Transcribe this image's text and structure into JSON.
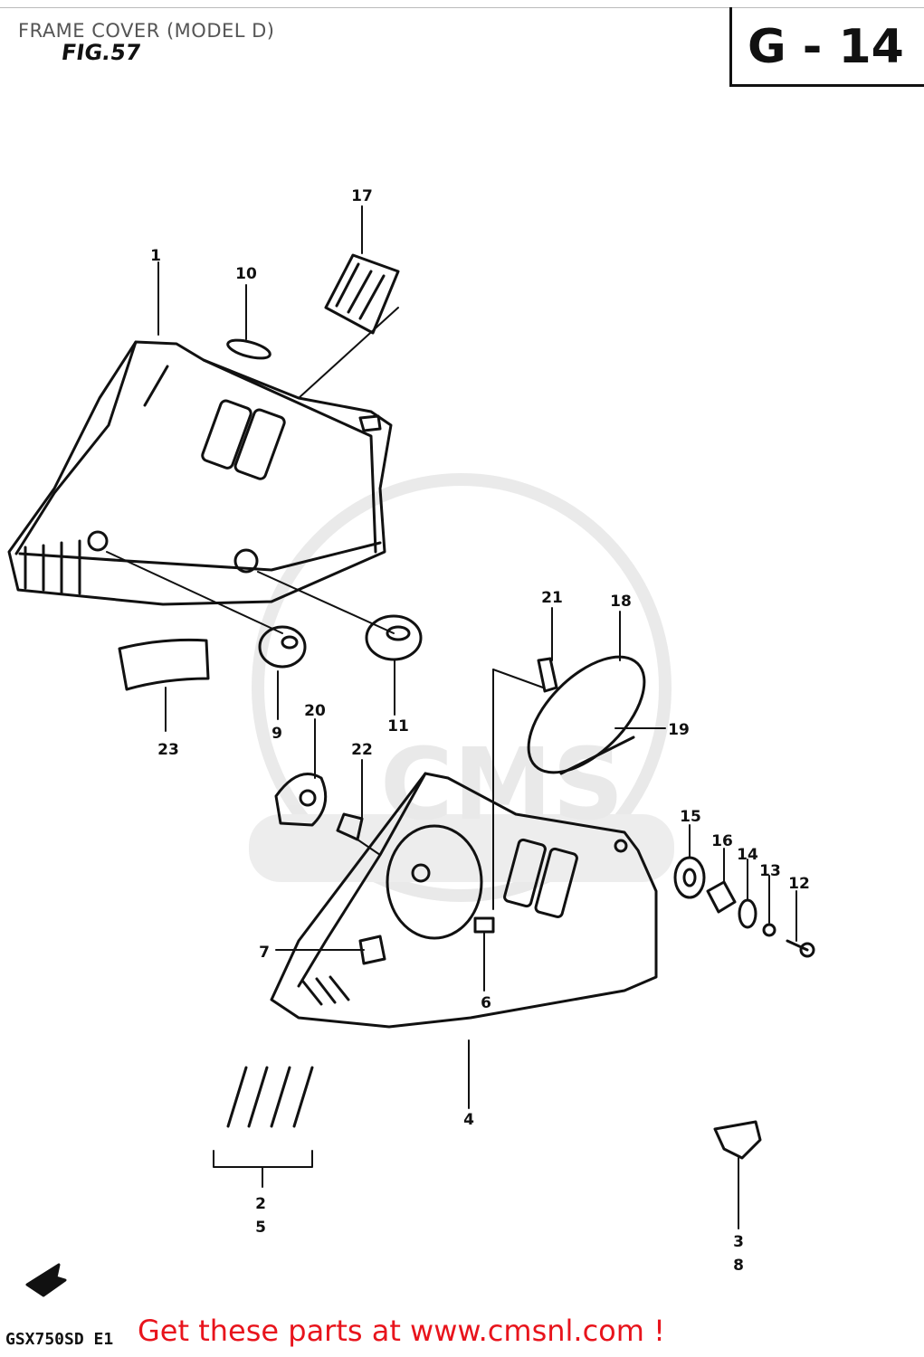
{
  "header": {
    "title": "FRAME COVER (MODEL D)",
    "figure": "FIG.57",
    "plate": "G - 14"
  },
  "footer": {
    "model_code": "GSX750SD E1",
    "promo": "Get these parts at www.cmsnl.com !"
  },
  "watermark": "CMS",
  "callouts": [
    "1",
    "10",
    "17",
    "23",
    "9",
    "20",
    "11",
    "21",
    "18",
    "19",
    "22",
    "15",
    "16",
    "14",
    "13",
    "12",
    "7",
    "6",
    "4",
    "2",
    "5",
    "3",
    "8"
  ],
  "colors": {
    "ink": "#111111",
    "promo": "#e8141c",
    "watermark": "#dddddd"
  }
}
